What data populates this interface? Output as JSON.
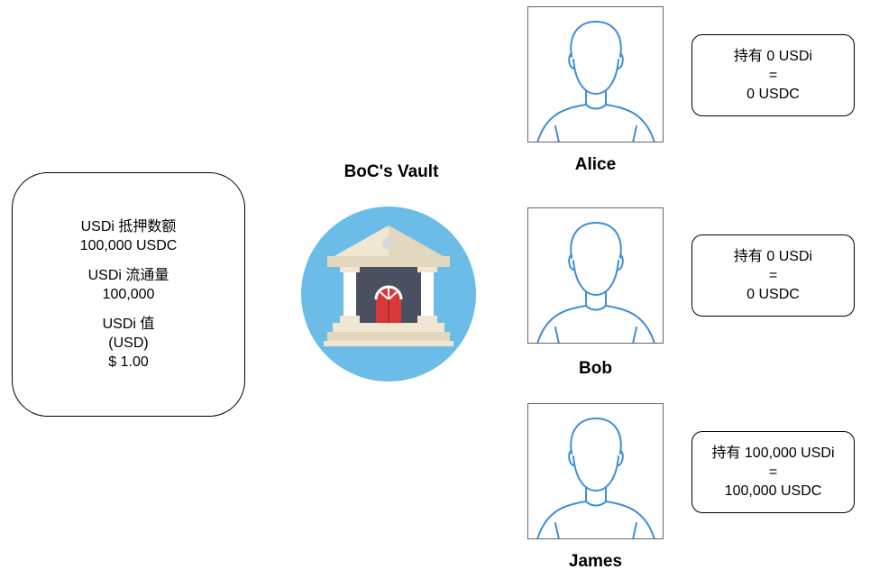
{
  "stats": {
    "collateral_label": "USDi 抵押数额",
    "collateral_value": "100,000 USDC",
    "circulation_label": "USDi 流通量",
    "circulation_value": "100,000",
    "value_label": "USDi 值",
    "value_unit": "(USD)",
    "value_amount": "$ 1.00"
  },
  "vault": {
    "title": "BoC's Vault",
    "icon": "bank-icon",
    "colors": {
      "circle": "#6BBDE8",
      "roof": "#F0E6D2",
      "wall": "#4A5060",
      "door": "#D9383A",
      "columns": "#FFFFFF"
    }
  },
  "people": [
    {
      "name": "Alice",
      "icon": "person-icon",
      "holdings": "持有 0 USDi",
      "equals": "=",
      "usdc": "0 USDC"
    },
    {
      "name": "Bob",
      "icon": "person-icon",
      "holdings": "持有 0 USDi",
      "equals": "=",
      "usdc": "0 USDC"
    },
    {
      "name": "James",
      "icon": "person-icon",
      "holdings": "持有 100,000 USDi",
      "equals": "=",
      "usdc": "100,000 USDC"
    }
  ],
  "colors": {
    "avatar_stroke": "#3F8FD6"
  }
}
